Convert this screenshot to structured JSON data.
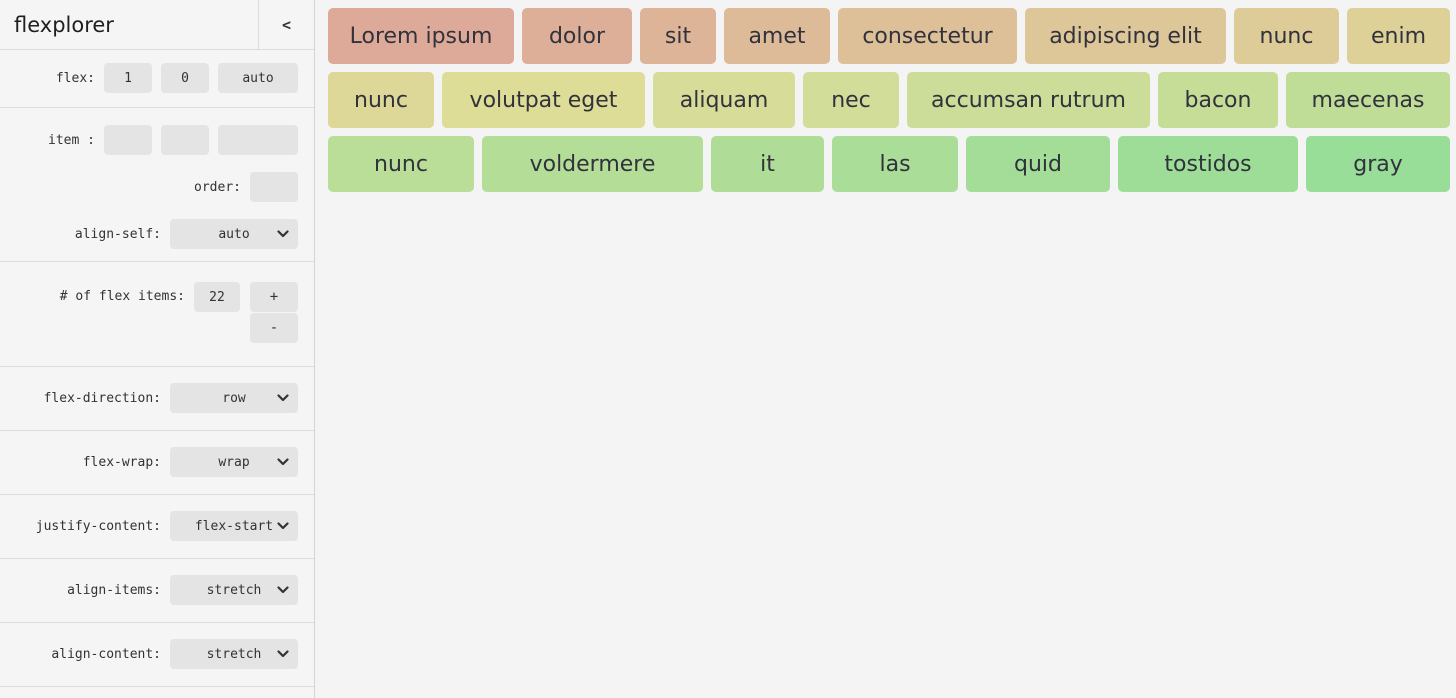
{
  "app": {
    "title": "flexplorer",
    "collapse_icon": "<"
  },
  "ui_colors": {
    "panel_bg": "#f5f5f5",
    "canvas_bg": "#f4f4f4",
    "control_bg": "#e4e4e4",
    "divider": "#dcdcdc",
    "item_text": "#32323c"
  },
  "controls": {
    "flex": {
      "label": "flex:",
      "values": [
        "1",
        "0",
        "auto"
      ]
    },
    "item": {
      "label": "item :",
      "values": [
        "",
        "",
        ""
      ]
    },
    "order": {
      "label": "order:",
      "value": ""
    },
    "align_self": {
      "label": "align-self:",
      "value": "auto"
    },
    "item_count": {
      "label": "# of flex items:",
      "value": "22",
      "increment_label": "+",
      "decrement_label": "-"
    },
    "flex_direction": {
      "label": "flex-direction:",
      "value": "row"
    },
    "flex_wrap": {
      "label": "flex-wrap:",
      "value": "wrap"
    },
    "justify_content": {
      "label": "justify-content:",
      "value": "flex-start"
    },
    "align_items": {
      "label": "align-items:",
      "value": "stretch"
    },
    "align_content": {
      "label": "align-content:",
      "value": "stretch"
    }
  },
  "flex_items": {
    "count": 22,
    "rows": [
      {
        "items": [
          {
            "label": "Lorem ipsum",
            "color": "#DDA998",
            "grow": 186
          },
          {
            "label": "dolor",
            "color": "#DDAF98",
            "grow": 110
          },
          {
            "label": "sit",
            "color": "#DDB498",
            "grow": 76
          },
          {
            "label": "amet",
            "color": "#DDBA98",
            "grow": 106
          },
          {
            "label": "consectetur",
            "color": "#DDC098",
            "grow": 179
          },
          {
            "label": "adipiscing elit",
            "color": "#DDC698",
            "grow": 201
          },
          {
            "label": "nunc",
            "color": "#DDCB98",
            "grow": 105
          },
          {
            "label": "enim",
            "color": "#DDD198",
            "grow": 103
          }
        ]
      },
      {
        "items": [
          {
            "label": "nunc",
            "color": "#DDD798",
            "grow": 106
          },
          {
            "label": "volutpat eget",
            "color": "#DDDD98",
            "grow": 203
          },
          {
            "label": "aliquam",
            "color": "#D7DD98",
            "grow": 142
          },
          {
            "label": "nec",
            "color": "#D1DD98",
            "grow": 96
          },
          {
            "label": "accumsan rutrum",
            "color": "#CBDD98",
            "grow": 243
          },
          {
            "label": "bacon",
            "color": "#C6DD98",
            "grow": 120
          },
          {
            "label": "maecenas",
            "color": "#C0DD98",
            "grow": 164
          }
        ]
      },
      {
        "items": [
          {
            "label": "nunc",
            "color": "#BADD98",
            "grow": 146
          },
          {
            "label": "voldermere",
            "color": "#B4DD98",
            "grow": 221
          },
          {
            "label": "it",
            "color": "#AFDD98",
            "grow": 113
          },
          {
            "label": "las",
            "color": "#A9DD98",
            "grow": 126
          },
          {
            "label": "quid",
            "color": "#A3DD98",
            "grow": 144
          },
          {
            "label": "tostidos",
            "color": "#9EDD98",
            "grow": 180
          },
          {
            "label": "gray",
            "color": "#98DD98",
            "grow": 144
          }
        ]
      }
    ]
  }
}
